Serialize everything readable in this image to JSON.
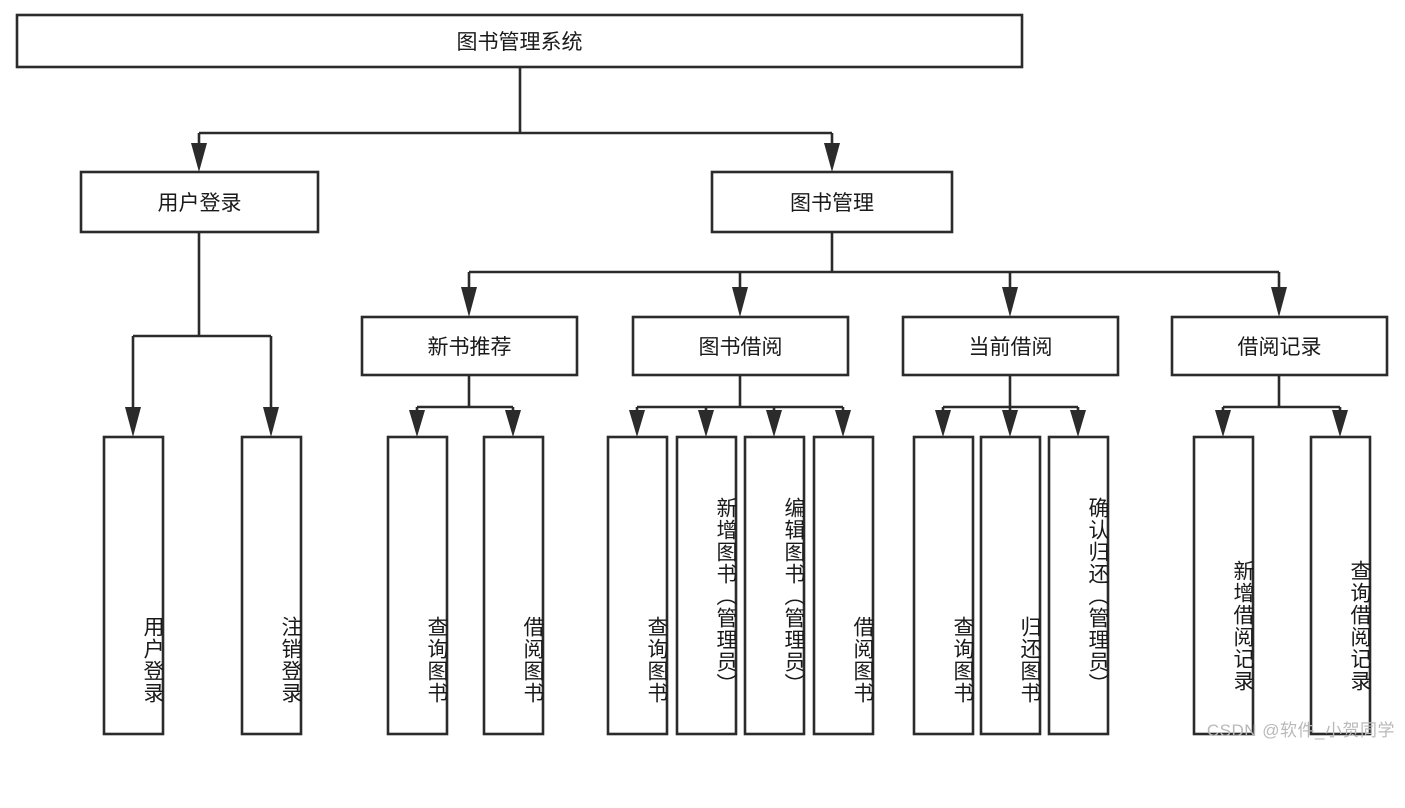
{
  "diagram": {
    "type": "tree-hierarchy",
    "title": "图书管理系统",
    "watermark": "CSDN @软件_小贺同学",
    "colors": {
      "box_fill": "#ffffff",
      "box_stroke": "#2b2b2b",
      "text": "#1a1a1a",
      "background": "#ffffff",
      "watermark": "#b9b9b9"
    },
    "levels": {
      "root_label": "图书管理系统",
      "level2": [
        {
          "label": "用户登录"
        },
        {
          "label": "图书管理"
        }
      ],
      "level3": [
        {
          "label": "新书推荐"
        },
        {
          "label": "图书借阅"
        },
        {
          "label": "当前借阅"
        },
        {
          "label": "借阅记录"
        }
      ]
    },
    "leaves": {
      "user_login": [
        {
          "label": "用户登录"
        },
        {
          "label": "注销登录"
        }
      ],
      "new_book_recommend": [
        {
          "label": "查询图书"
        },
        {
          "label": "借阅图书"
        }
      ],
      "book_borrow": [
        {
          "label": "查询图书"
        },
        {
          "label": "新增图书（管理员）"
        },
        {
          "label": "编辑图书（管理员）"
        },
        {
          "label": "借阅图书"
        }
      ],
      "current_borrow": [
        {
          "label": "查询图书"
        },
        {
          "label": "归还图书"
        },
        {
          "label": "确认归还（管理员）"
        }
      ],
      "borrow_record": [
        {
          "label": "新增借阅记录"
        },
        {
          "label": "查询借阅记录"
        }
      ]
    }
  }
}
